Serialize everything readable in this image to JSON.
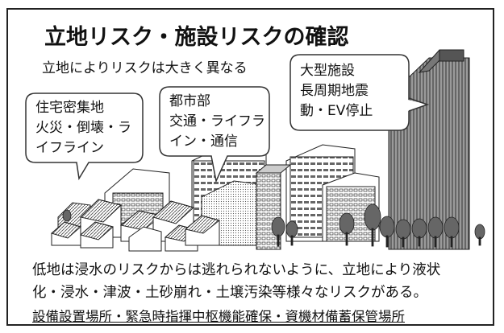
{
  "title": "立地リスク・施設リスクの確認",
  "subtitle": "立地によりリスクは大きく異なる",
  "bubbles": {
    "residential": {
      "line1": "住宅密集地",
      "line2": "火災・倒壊・ラ",
      "line3": "イフライン"
    },
    "urban": {
      "line1": "都市部",
      "line2": "交通・ライフラ",
      "line3": "イン・通信"
    },
    "large": {
      "line1": "大型施設",
      "line2": "長周期地震",
      "line3": "動・EV停止"
    }
  },
  "description": {
    "line1": "低地は浸水のリスクからは逃れられないように、立地により液状",
    "line2": "化・浸水・津波・土砂崩れ・土壌汚染等様々なリスクがある。"
  },
  "footer": "設備設置場所・緊急時指揮中枢機能確保・資機材備蓄保管場所"
}
